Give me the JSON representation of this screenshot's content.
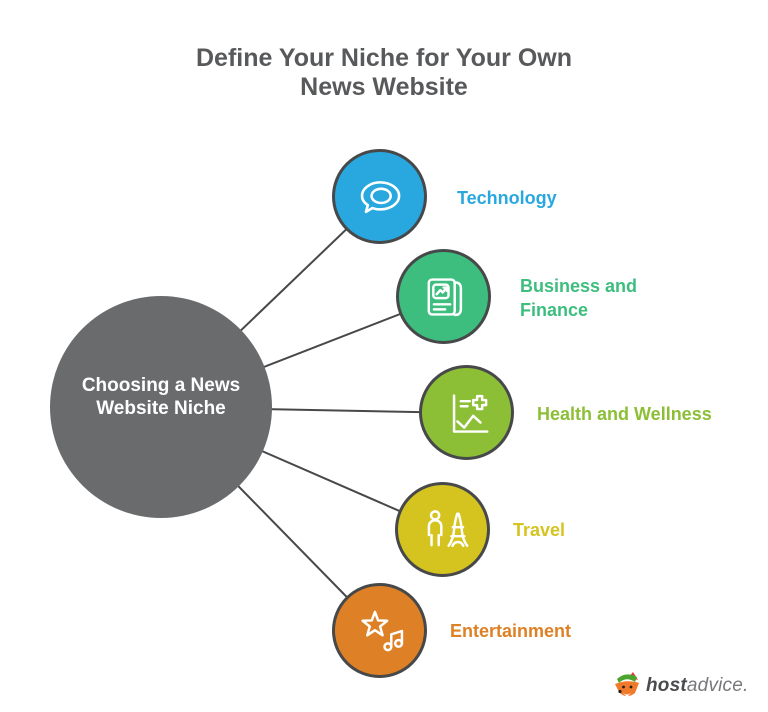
{
  "title": {
    "line1": "Define Your Niche for Your Own",
    "line2": "News Website",
    "color": "#58595B"
  },
  "center_node": {
    "line1": "Choosing a News",
    "line2": "Website Niche",
    "bg": "#6A6B6D",
    "text_color": "#FFFFFF"
  },
  "nodes": [
    {
      "label": "Technology",
      "color": "#29A8DF",
      "icon": "speech-bubble-icon"
    },
    {
      "label": "Business and Finance",
      "color": "#3DBE7E",
      "icon": "newspaper-chart-icon"
    },
    {
      "label": "Health and Wellness",
      "color": "#8CBF36",
      "icon": "health-chart-icon"
    },
    {
      "label": "Travel",
      "color": "#D5C41F",
      "icon": "traveler-eiffel-icon"
    },
    {
      "label": "Entertainment",
      "color": "#DE8126",
      "icon": "star-music-icon"
    }
  ],
  "colors": {
    "background": "#FFFFFF",
    "ring": "#47484A",
    "link": "#47484A",
    "icon_stroke": "#FFFFFF"
  },
  "logo": {
    "bold": "host",
    "light": "advice.",
    "bold_color": "#4A4B4D",
    "light_color": "#77787B"
  }
}
